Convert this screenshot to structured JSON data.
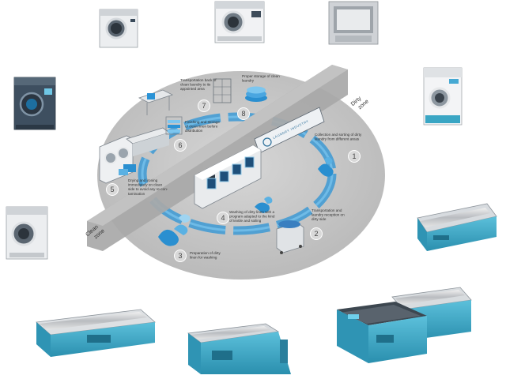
{
  "zones": {
    "dirty": [
      "Dirty",
      "zone"
    ],
    "clean": [
      "Clean",
      "zone"
    ]
  },
  "brand_text": "LAUNDRY INDUSTRY",
  "steps": [
    {
      "number": "1",
      "lines": [
        "Collection and sorting of dirty",
        "laundry from different areas"
      ]
    },
    {
      "number": "2",
      "lines": [
        "Transportation and",
        "laundry reception on",
        "dirty side"
      ]
    },
    {
      "number": "3",
      "lines": [
        "Preparation of dirty",
        "linen for washing"
      ]
    },
    {
      "number": "4",
      "lines": [
        "Washing of dirty linen with a",
        "program adapted to the kind",
        "of textile and soiling"
      ]
    },
    {
      "number": "5",
      "lines": [
        "Drying and ironing",
        "immediately on clean",
        "side to avoid any re-con-",
        "tamination"
      ]
    },
    {
      "number": "6",
      "lines": [
        "Finishing and storage",
        "of clean linen before",
        "distribution"
      ]
    },
    {
      "number": "7",
      "lines": [
        "Transportation back of",
        "clean laundry to its",
        "appointed area"
      ]
    },
    {
      "number": "8",
      "lines": [
        "Proper storage of clean",
        "laundry"
      ]
    }
  ],
  "colors": {
    "machine_body": "#f2f3f5",
    "machine_dark": "#3a4a5a",
    "accent_teal": "#3aa6c4",
    "accent_blue": "#1d8fd0",
    "ellipse": "#c9c9c9",
    "wall": "#a9a9a9"
  },
  "icons": [
    "washer-extractor-icon",
    "dryer-icon",
    "flatwork-ironer-icon",
    "laundry-cart-icon",
    "linen-pile-icon",
    "folder-machine-icon"
  ]
}
